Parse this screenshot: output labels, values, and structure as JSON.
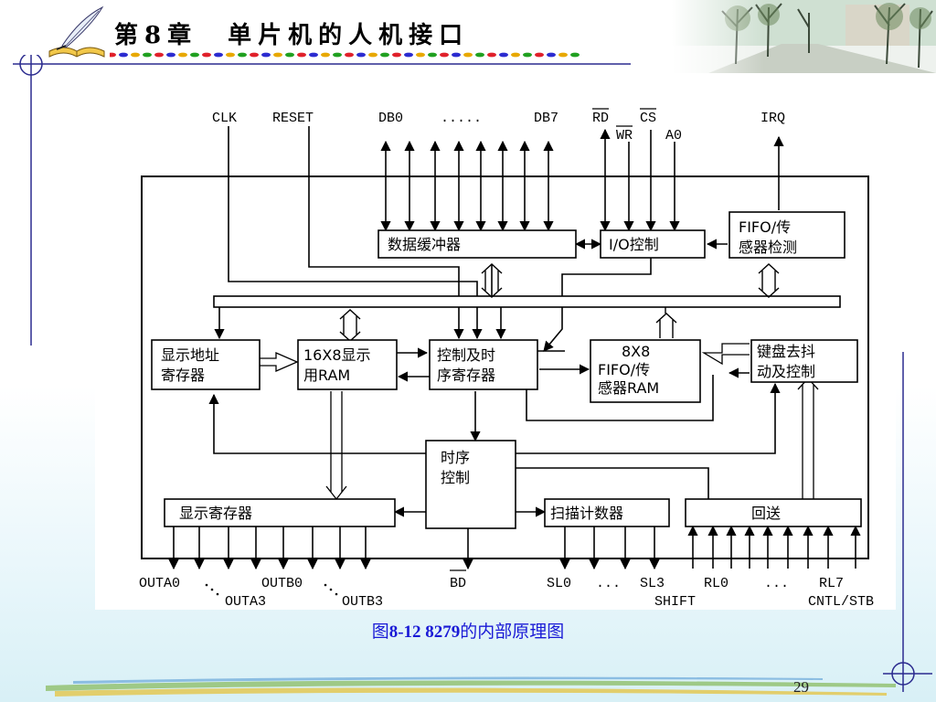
{
  "header": {
    "title": "第8章　单片机的人机接口",
    "colors": {
      "rule": "#2b2b8f",
      "dots": [
        "#e0202a",
        "#2b2bd0",
        "#e8a800",
        "#20a020"
      ]
    }
  },
  "decor": {
    "logo_icon": "quill-and-book-icon",
    "photo": "winter-street-photo"
  },
  "figure": {
    "pins_top": {
      "clk": "CLK",
      "reset": "RESET",
      "db0": "DB0",
      "dots": ".....",
      "db7": "DB7",
      "rd": "RD",
      "cs": "CS",
      "wr": "WR",
      "a0": "A0",
      "irq": "IRQ"
    },
    "blocks": {
      "data_buffer": "数据缓冲器",
      "io_control": "I/O控制",
      "fifo_detect": [
        "FIFO/传",
        "感器检测"
      ],
      "display_addr_reg": [
        "显示地址",
        "寄存器"
      ],
      "ram_16x8": [
        "16X8显示",
        "用RAM"
      ],
      "ctrl_timing_reg": [
        "控制及时",
        "序寄存器"
      ],
      "fifo_ram_8x8": [
        "8X8",
        "FIFO/传",
        "感器RAM"
      ],
      "keyboard_debounce": [
        "键盘去抖",
        "动及控制"
      ],
      "timing_control": [
        "时序",
        "控制"
      ],
      "display_reg": "显示寄存器",
      "scan_counter": "扫描计数器",
      "return": "回送"
    },
    "pins_bottom": {
      "outa0": "OUTA0",
      "outa3": "OUTA3",
      "outb0": "OUTB0",
      "outb3": "OUTB3",
      "bd": "BD",
      "sl0": "SL0",
      "dots": "...",
      "sl3": "SL3",
      "shift": "SHIFT",
      "rl0": "RL0",
      "rl7": "RL7",
      "cntl": "CNTL/STB"
    }
  },
  "caption": {
    "prefix": "图",
    "number": "8-12 8279",
    "suffix": "的内部原理图"
  },
  "footer": {
    "page": "29"
  }
}
